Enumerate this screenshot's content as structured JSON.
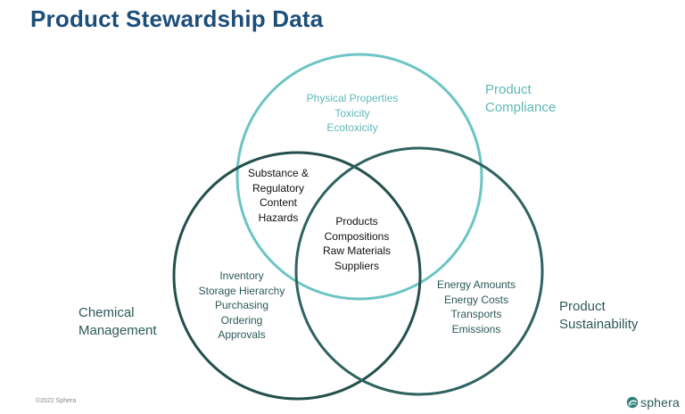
{
  "title": "Product Stewardship Data",
  "colors": {
    "title": "#1c4e7a",
    "compliance_circle": "#6cc4c4",
    "compliance_text": "#5fb8b8",
    "chemical_circle": "#23504c",
    "sustainability_circle": "#2f6360",
    "dark_text": "#2c5a57"
  },
  "circles": {
    "compliance": {
      "label": [
        "Product",
        "Compliance"
      ],
      "items": [
        "Physical Properties",
        "Toxicity",
        "Ecotoxicity"
      ]
    },
    "chemical_management": {
      "label": [
        "Chemical",
        "Management"
      ],
      "items": [
        "Inventory",
        "Storage Hierarchy",
        "Purchasing",
        "Ordering",
        "Approvals"
      ]
    },
    "sustainability": {
      "label": [
        "Product",
        "Sustainability"
      ],
      "items": [
        "Energy Amounts",
        "Energy Costs",
        "Transports",
        "Emissions"
      ]
    }
  },
  "overlap_compliance_chemical": [
    "Substance &",
    "Regulatory",
    "Content",
    "Hazards"
  ],
  "center": [
    "Products",
    "Compositions",
    "Raw Materials",
    "Suppliers"
  ],
  "footer": "©2022 Sphera",
  "logo": {
    "text": "sphera",
    "icon": "sphera-logo-icon"
  }
}
